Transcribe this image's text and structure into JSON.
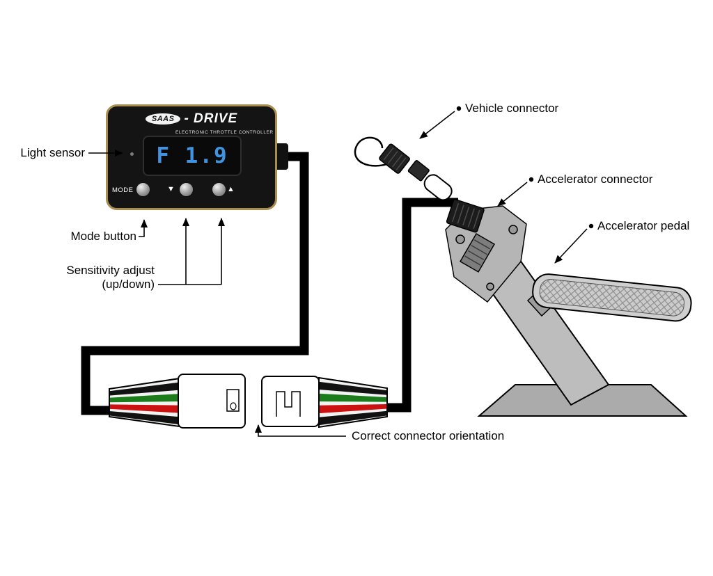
{
  "device": {
    "logo_text": "SAAS",
    "brand_text": "- DRIVE",
    "subtitle": "ELECTRONIC THROTTLE CONTROLLER",
    "display_value": "F 1.9",
    "mode_label": "MODE",
    "down_symbol": "▼",
    "up_symbol": "▲"
  },
  "annotations": {
    "light_sensor": "Light sensor",
    "mode_button": "Mode button",
    "sensitivity_line1": "Sensitivity adjust",
    "sensitivity_line2": "(up/down)",
    "vehicle_connector": "Vehicle connector",
    "accelerator_connector": "Accelerator connector",
    "accelerator_pedal": "Accelerator pedal",
    "connector_orientation": "Correct connector orientation"
  },
  "colors": {
    "display_text": "#3f93e0",
    "device_border": "#a98e4f",
    "wire_black": "#111111",
    "wire_green": "#1c7c1c",
    "wire_red": "#cc1111",
    "cable": "#000000",
    "pedal_gray": "#b5b5b5"
  }
}
